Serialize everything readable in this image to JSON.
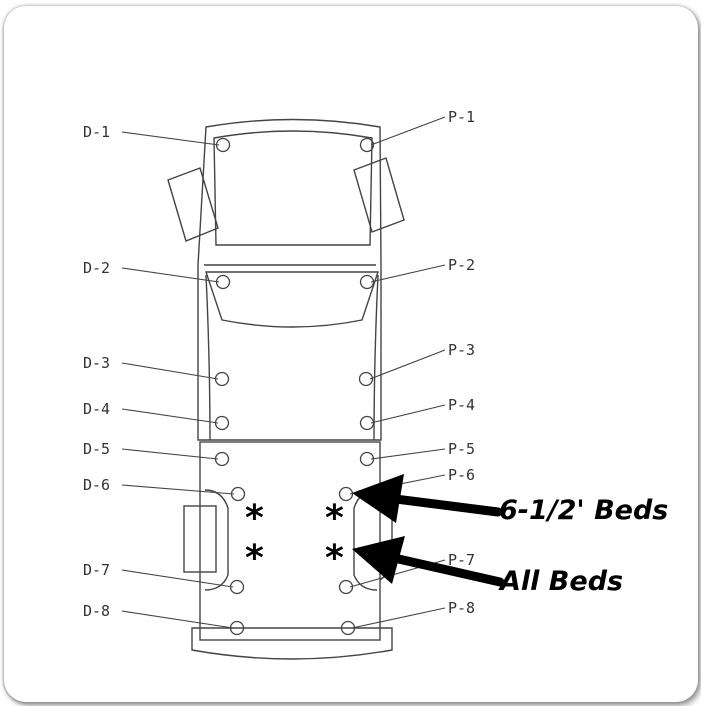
{
  "driver_labels": [
    "D-1",
    "D-2",
    "D-3",
    "D-4",
    "D-5",
    "D-6",
    "D-7",
    "D-8"
  ],
  "passenger_labels": [
    "P-1",
    "P-2",
    "P-3",
    "P-4",
    "P-5",
    "P-6",
    "P-7",
    "P-8"
  ],
  "annotations": {
    "beds_short": "6-1/2' Beds",
    "beds_all": "All Beds",
    "asterisk": "*"
  },
  "colors": {
    "line": "#444444",
    "callout": "#000000",
    "background": "#ffffff"
  }
}
